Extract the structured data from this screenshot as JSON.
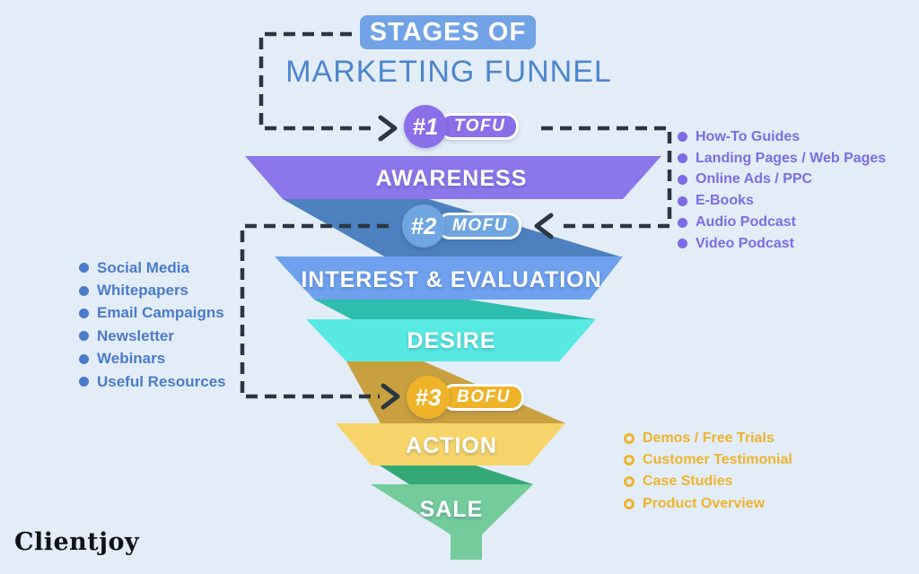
{
  "title": {
    "badge": "STAGES OF",
    "subtitle": "MARKETING FUNNEL"
  },
  "stages": [
    {
      "id": "awareness",
      "label": "AWARENESS"
    },
    {
      "id": "interest",
      "label": "INTEREST & EVALUATION"
    },
    {
      "id": "desire",
      "label": "DESIRE"
    },
    {
      "id": "action",
      "label": "ACTION"
    },
    {
      "id": "sale",
      "label": "SALE"
    }
  ],
  "badges": [
    {
      "number": "#1",
      "code": "TOFU"
    },
    {
      "number": "#2",
      "code": "MOFU"
    },
    {
      "number": "#3",
      "code": "BOFU"
    }
  ],
  "lists": {
    "tofu_right": {
      "items": [
        "How-To Guides",
        "Landing Pages / Web Pages",
        "Online Ads / PPC",
        "E-Books",
        "Audio Podcast",
        "Video Podcast"
      ]
    },
    "mofu_left": {
      "items": [
        "Social Media",
        "Whitepapers",
        "Email Campaigns",
        "Newsletter",
        "Webinars",
        "Useful Resources"
      ]
    },
    "bofu_right": {
      "items": [
        "Demos / Free Trials",
        "Customer Testimonial",
        "Case Studies",
        "Product Overview"
      ]
    }
  },
  "logo": "Clientjoy",
  "palette": {
    "bg": "#E3EDF8",
    "title_badge": "#71A3E6",
    "title_text": "#4C86CC",
    "awareness": "#8C76EB",
    "fold_blue": "#4C80BE",
    "interest": "#6FA1EE",
    "fold_teal": "#2EBDAE",
    "desire": "#58E9E3",
    "fold_gold": "#C9A03F",
    "action": "#F7D469",
    "fold_green": "#35A877",
    "sale": "#74CC9B",
    "tofu": "#8B6FE9",
    "mofu": "#6FA5E0",
    "bofu": "#EFB329",
    "left_list": "#4A7BCB",
    "right_top_list": "#7D6CE4",
    "right_bottom_list": "#EFB32B",
    "arrow": "#2B3642"
  }
}
